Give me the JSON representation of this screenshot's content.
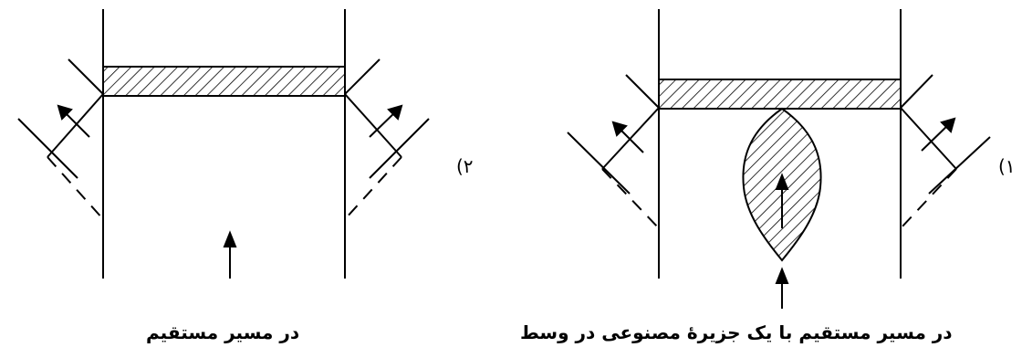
{
  "figures": [
    {
      "id": "left",
      "number_label": "(۲",
      "caption": "در مسیر مستقیم"
    },
    {
      "id": "right",
      "number_label": "(۱",
      "caption": "در مسیر مستقیم با یک جزیرهٔ مصنوعی در وسط"
    }
  ]
}
